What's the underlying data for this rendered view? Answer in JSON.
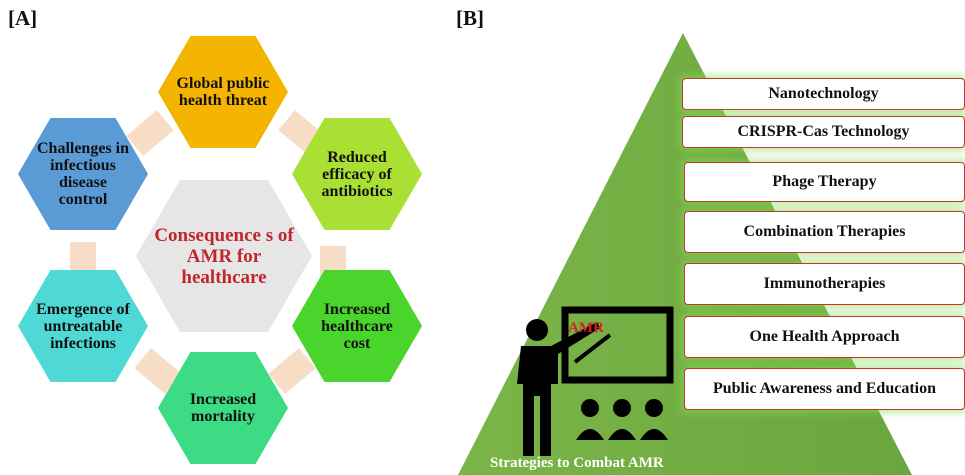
{
  "panel_a": {
    "label": "[A]",
    "center": "Consequence s of AMR for healthcare",
    "hexagons": [
      {
        "text": "Global public health threat",
        "color": "#f5b400"
      },
      {
        "text": "Reduced efficacy of antibiotics",
        "color": "#aae033"
      },
      {
        "text": "Increased healthcare cost",
        "color": "#4ad52c"
      },
      {
        "text": "Increased mortality",
        "color": "#3ddc84"
      },
      {
        "text": "Emergence of untreatable infections",
        "color": "#4ed9d6"
      },
      {
        "text": "Challenges in infectious disease control",
        "color": "#5b9bd5"
      }
    ],
    "center_color": "#e6e6e6"
  },
  "panel_b": {
    "label": "[B]",
    "pyramid_color": "#72ad47",
    "amr_board_label": "AMR",
    "caption": "Strategies to Combat AMR",
    "strategies": [
      "Nanotechnology",
      "CRISPR-Cas Technology",
      "Phage Therapy",
      "Combination Therapies",
      "Immunotherapies",
      "One Health Approach",
      "Public Awareness and Education"
    ],
    "icons": [
      "teacher-icon",
      "pointer-icon",
      "audience-icon"
    ]
  }
}
